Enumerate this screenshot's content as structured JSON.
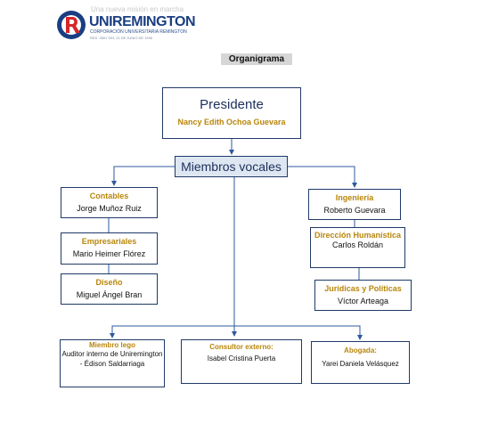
{
  "header": {
    "faded_text": "Una nueva misión en marcha",
    "logo_name": "UNIREMINGTON",
    "logo_subtitle": "CORPORACIÓN UNIVERSITARIA REMINGTON",
    "logo_subtitle2": "RES. 2661 DEL 21 DE JUNIO DE 1996",
    "brand_colors": {
      "blue": "#1a3e82",
      "red": "#d62728"
    }
  },
  "document_title": "Organigrama",
  "president": {
    "title": "Presidente",
    "name": "Nancy Edith Ochoa Guevara"
  },
  "vocales": {
    "title": "Miembros vocales"
  },
  "left_branch": [
    {
      "role": "Contables",
      "name": "Jorge Muñoz Ruiz"
    },
    {
      "role": "Empresariales",
      "name": "Mario Heimer Flórez"
    },
    {
      "role": "Diseño",
      "name": "Miguel Ángel Bran"
    }
  ],
  "right_branch": [
    {
      "role": "Ingeniería",
      "name": "Roberto Guevara"
    },
    {
      "role": "Dirección Humanística",
      "name": "Carlos Roldán"
    },
    {
      "role": "Jurídicas y Políticas",
      "name": "Víctor Arteaga"
    }
  ],
  "bottom_row": [
    {
      "role": "Miembro lego",
      "name": "Auditor interno de Uniremington - Édison Saldarriaga"
    },
    {
      "role": "Consultor externo:",
      "name": "Isabel Cristina Puerta"
    },
    {
      "role": "Abogada:",
      "name": "Yarei Daniela Velásquez"
    }
  ],
  "colors": {
    "accent_gold": "#b8860b",
    "line_blue": "#2e5a9c",
    "vocales_fill": "#dde6f1"
  }
}
